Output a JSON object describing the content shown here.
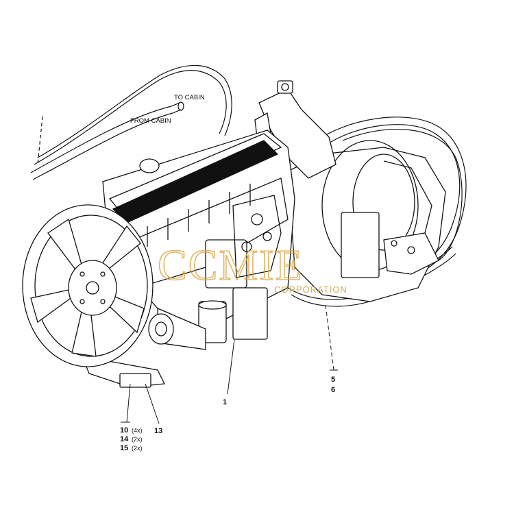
{
  "hose_labels": {
    "to_cabin": "TO CABIN",
    "from_cabin": "FROM CABIN"
  },
  "callouts": [
    {
      "number": "1",
      "qty": ""
    },
    {
      "number": "5",
      "qty": ""
    },
    {
      "number": "6",
      "qty": ""
    },
    {
      "number": "13",
      "qty": ""
    },
    {
      "number": "10",
      "qty": "(4x)"
    },
    {
      "number": "14",
      "qty": "(2x)"
    },
    {
      "number": "15",
      "qty": "(2x)"
    }
  ],
  "watermark": {
    "text": "CCMIE",
    "subtext": "CORPORATION"
  },
  "colors": {
    "line": "#111111",
    "background": "#ffffff",
    "watermark": "#d9a441"
  }
}
